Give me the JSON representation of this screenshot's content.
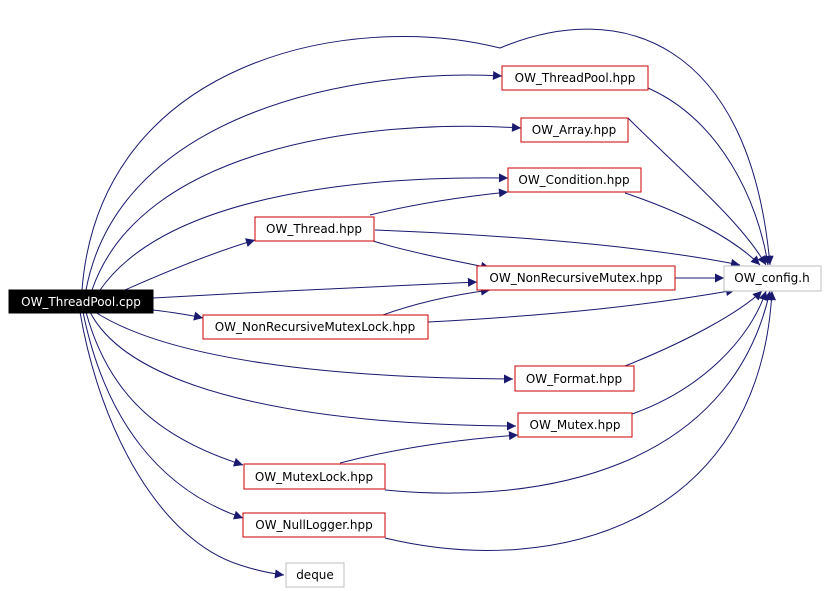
{
  "graph": {
    "nodes": [
      {
        "id": "root",
        "label": "OW_ThreadPool.cpp",
        "style": "root"
      },
      {
        "id": "threadpool_hpp",
        "label": "OW_ThreadPool.hpp",
        "style": "red"
      },
      {
        "id": "array_hpp",
        "label": "OW_Array.hpp",
        "style": "red"
      },
      {
        "id": "condition_hpp",
        "label": "OW_Condition.hpp",
        "style": "red"
      },
      {
        "id": "thread_hpp",
        "label": "OW_Thread.hpp",
        "style": "red"
      },
      {
        "id": "nrmutex_hpp",
        "label": "OW_NonRecursiveMutex.hpp",
        "style": "red"
      },
      {
        "id": "config_h",
        "label": "OW_config.h",
        "style": "grey"
      },
      {
        "id": "nrmutexlock_hpp",
        "label": "OW_NonRecursiveMutexLock.hpp",
        "style": "red"
      },
      {
        "id": "format_hpp",
        "label": "OW_Format.hpp",
        "style": "red"
      },
      {
        "id": "mutex_hpp",
        "label": "OW_Mutex.hpp",
        "style": "red"
      },
      {
        "id": "mutexlock_hpp",
        "label": "OW_MutexLock.hpp",
        "style": "red"
      },
      {
        "id": "nulllogger_hpp",
        "label": "OW_NullLogger.hpp",
        "style": "red"
      },
      {
        "id": "deque",
        "label": "deque",
        "style": "grey"
      }
    ],
    "colors": {
      "edge": "#191970",
      "red_border": "#cc0000",
      "grey_border": "#bfbfbf",
      "root_fill": "#000000",
      "root_text": "#ffffff",
      "text": "#000000"
    }
  }
}
